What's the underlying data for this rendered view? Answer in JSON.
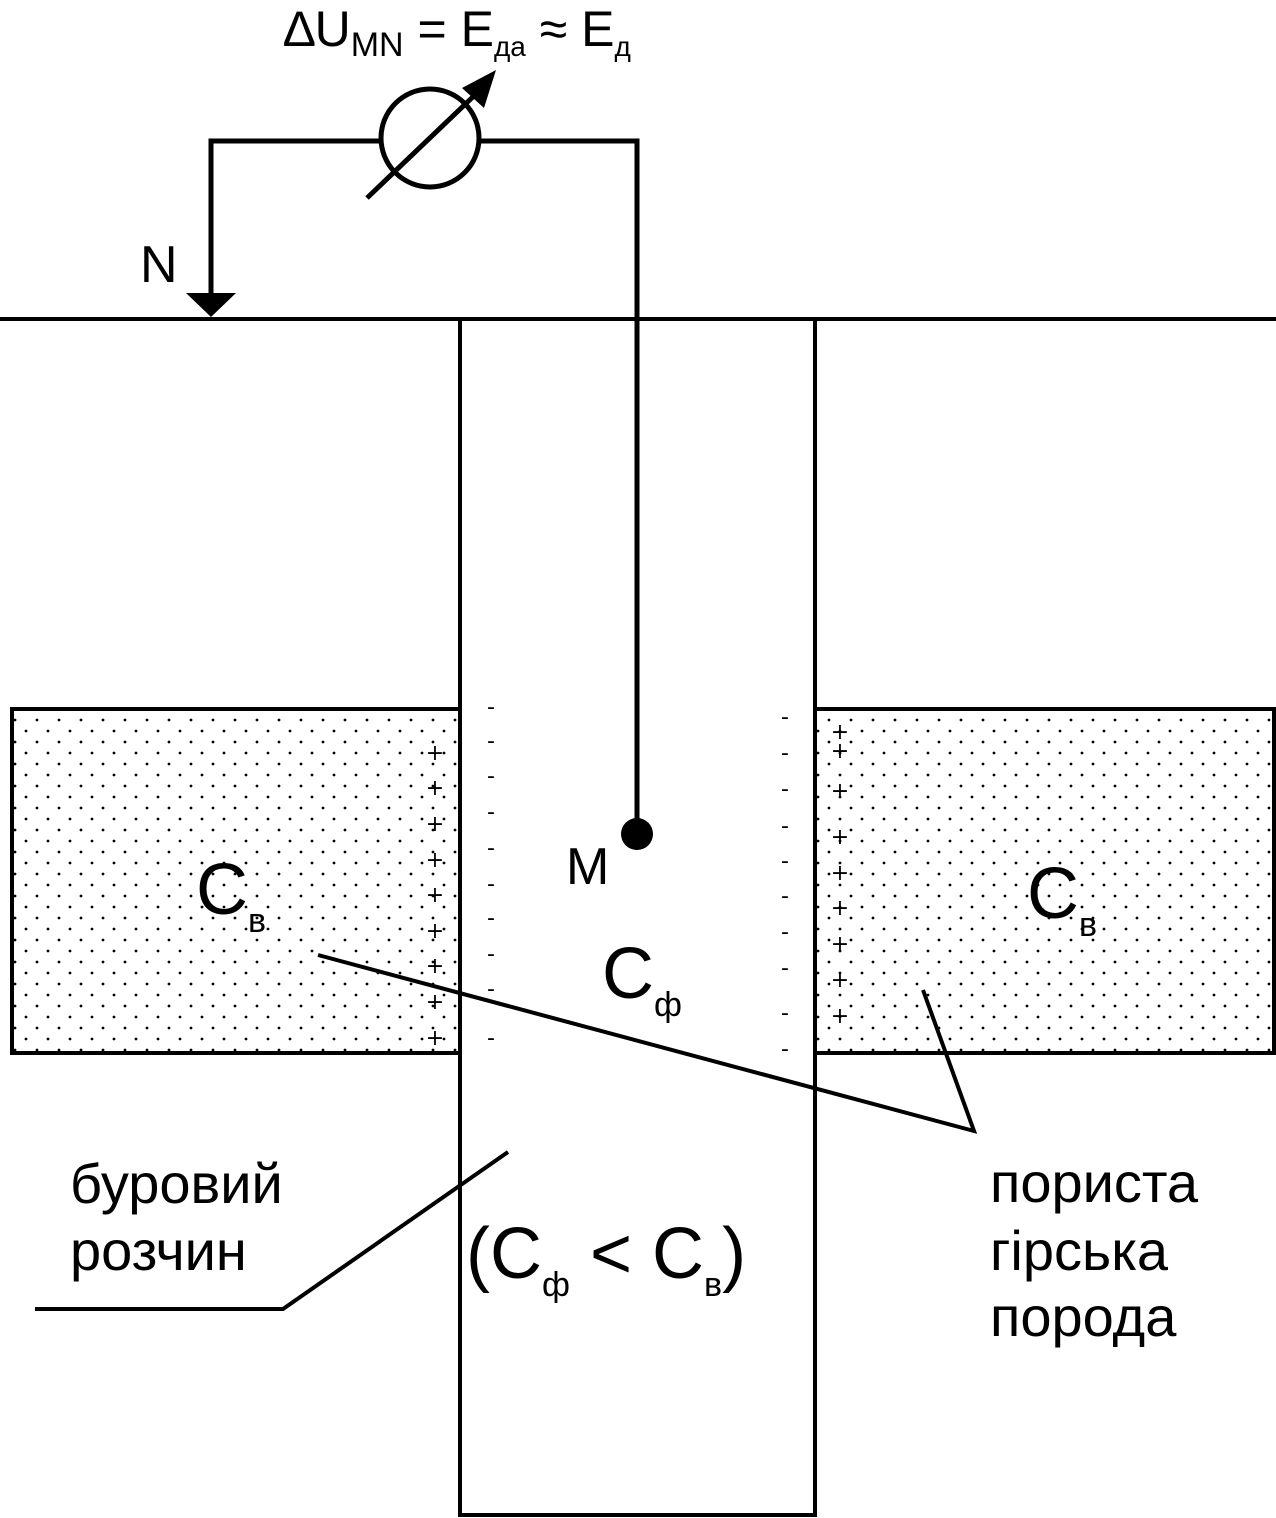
{
  "formula": {
    "delta": "∆",
    "u": "U",
    "u_sub": "MN",
    "eq": " = E",
    "eda_sub": "да",
    "approx": " ≈ E",
    "ed_sub": "д"
  },
  "electrodes": {
    "n": "N",
    "m": "M"
  },
  "formation": {
    "left_c": "C",
    "left_sub": "в",
    "right_c": "C",
    "right_sub": "в"
  },
  "well": {
    "c": "C",
    "c_sub": "ф",
    "cond_open": "(C",
    "cond_sub1": "ф",
    "cond_lt": " < C",
    "cond_sub2": "в",
    "cond_close": ")"
  },
  "labels": {
    "mud_line1": "буровий",
    "mud_line2": "розчин",
    "rock_line1": "пориста",
    "rock_line2": "гірська",
    "rock_line3": "порода"
  },
  "charges": {
    "plus": "+",
    "minus": "-"
  }
}
